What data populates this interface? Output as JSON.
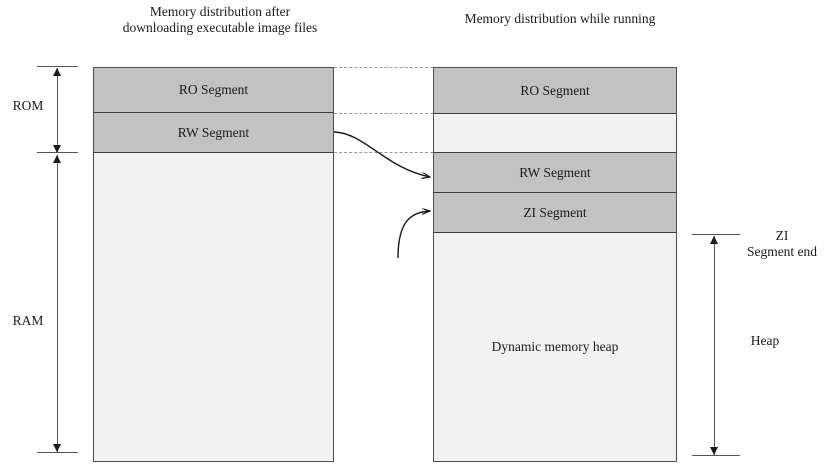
{
  "diagram": {
    "left_title": "Memory distribution after downloading executable image files",
    "right_title": "Memory distribution while running",
    "left_blocks": [
      {
        "label": "RO Segment",
        "fill": "#c2c2c2"
      },
      {
        "label": "RW Segment",
        "fill": "#c2c2c2"
      },
      {
        "label": "",
        "fill": "#f2f2f2"
      }
    ],
    "right_blocks": [
      {
        "label": "RO Segment",
        "fill": "#c2c2c2"
      },
      {
        "label": "",
        "fill": "#f2f2f2"
      },
      {
        "label": "RW Segment",
        "fill": "#c2c2c2"
      },
      {
        "label": "ZI Segment",
        "fill": "#c2c2c2"
      },
      {
        "label": "Dynamic memory heap",
        "fill": "#f2f2f2"
      }
    ],
    "brackets": {
      "rom": "ROM",
      "ram": "RAM",
      "zi_segment_end": "ZI\nSegment end",
      "heap": "Heap"
    },
    "colors": {
      "segment_gray": "#c2c2c2",
      "segment_light": "#f2f2f2",
      "border": "#4d4d4d",
      "dotted_guide": "#9a9a9a",
      "text": "#1a1a1a"
    }
  }
}
